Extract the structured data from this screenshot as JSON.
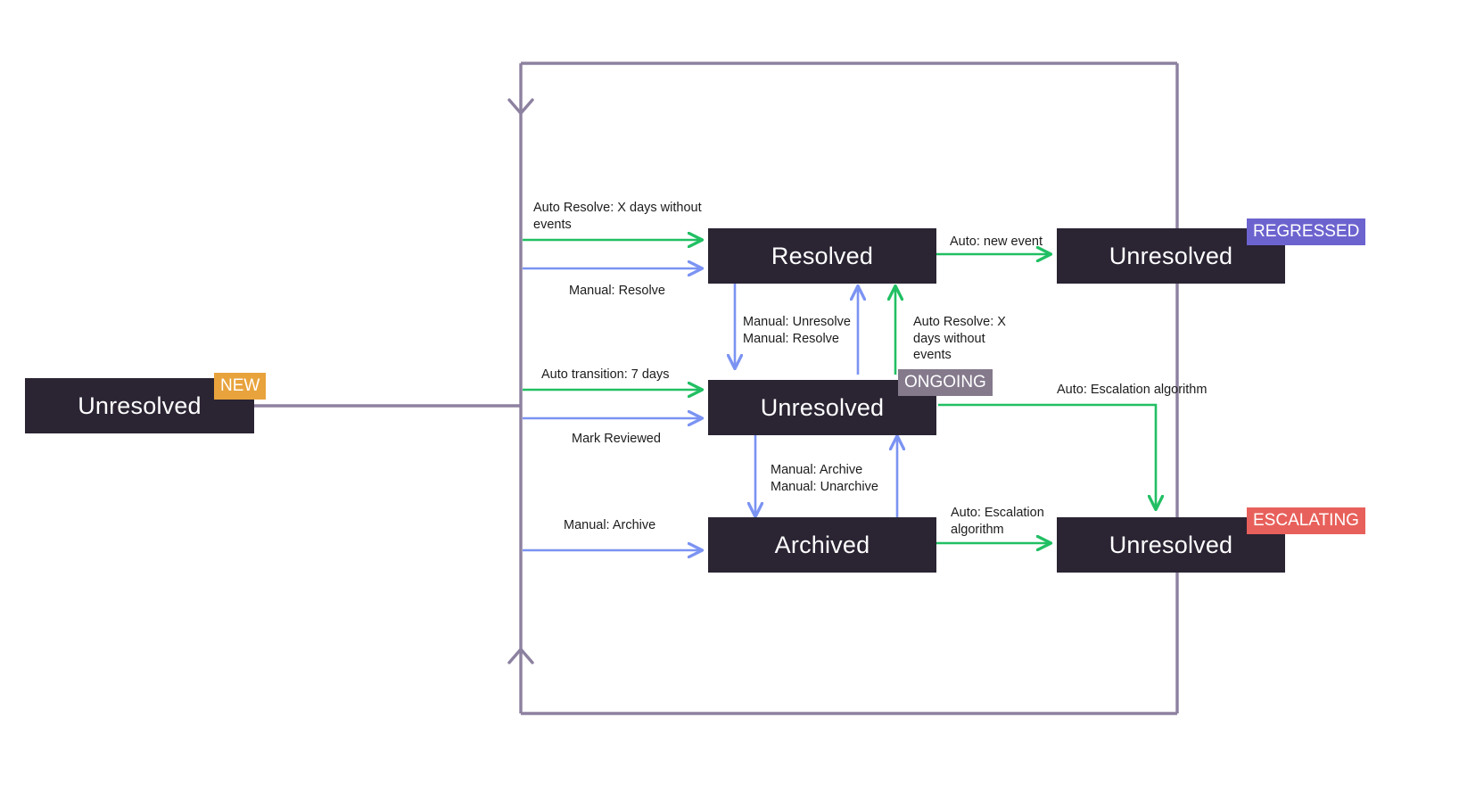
{
  "diagram": {
    "type": "state-transition-diagram",
    "background": "#ffffff",
    "colors": {
      "state_box": "#2b2433",
      "state_text": "#ffffff",
      "auto_edge": "#21bf63",
      "manual_edge": "#7b93f2",
      "frame_edge": "#8d81a0",
      "label_text": "#1c1c1c"
    },
    "states": [
      {
        "id": "new",
        "label": "Unresolved",
        "badge": "NEW",
        "badge_color": "#e8a33d"
      },
      {
        "id": "resolved",
        "label": "Resolved",
        "badge": "",
        "badge_color": ""
      },
      {
        "id": "ongoing",
        "label": "Unresolved",
        "badge": "ONGOING",
        "badge_color": "#847a8c"
      },
      {
        "id": "archived",
        "label": "Archived",
        "badge": "",
        "badge_color": ""
      },
      {
        "id": "regressed",
        "label": "Unresolved",
        "badge": "REGRESSED",
        "badge_color": "#6c63cf"
      },
      {
        "id": "escalating",
        "label": "Unresolved",
        "badge": "ESCALATING",
        "badge_color": "#e8605b"
      }
    ],
    "transitions": [
      {
        "id": "auto-resolve-x-days",
        "label": "Auto Resolve: X days without\nevents",
        "kind": "auto",
        "from": "new",
        "to": "resolved"
      },
      {
        "id": "manual-resolve",
        "label": "Manual: Resolve",
        "kind": "manual",
        "from": "new",
        "to": "resolved"
      },
      {
        "id": "auto-transition-7-days",
        "label": "Auto transition: 7 days",
        "kind": "auto",
        "from": "new",
        "to": "ongoing"
      },
      {
        "id": "mark-reviewed",
        "label": "Mark Reviewed",
        "kind": "manual",
        "from": "new",
        "to": "ongoing"
      },
      {
        "id": "manual-archive-left",
        "label": "Manual: Archive",
        "kind": "manual",
        "from": "new",
        "to": "archived"
      },
      {
        "id": "manual-unresolve-resolve",
        "label": "Manual: Unresolve\nManual: Resolve",
        "kind": "manual",
        "from": "resolved",
        "to": "ongoing"
      },
      {
        "id": "auto-resolve-ongoing",
        "label": "Auto Resolve: X\ndays without\nevents",
        "kind": "auto",
        "from": "ongoing",
        "to": "resolved"
      },
      {
        "id": "auto-new-event",
        "label": "Auto: new event",
        "kind": "auto",
        "from": "resolved",
        "to": "regressed"
      },
      {
        "id": "manual-archive-unarchive",
        "label": "Manual: Archive\nManual: Unarchive",
        "kind": "manual",
        "from": "ongoing",
        "to": "archived"
      },
      {
        "id": "auto-escalation-top",
        "label": "Auto: Escalation algorithm",
        "kind": "auto",
        "from": "ongoing",
        "to": "escalating"
      },
      {
        "id": "auto-escalation-bottom",
        "label": "Auto: Escalation\nalgorithm",
        "kind": "auto",
        "from": "archived",
        "to": "escalating"
      }
    ]
  }
}
